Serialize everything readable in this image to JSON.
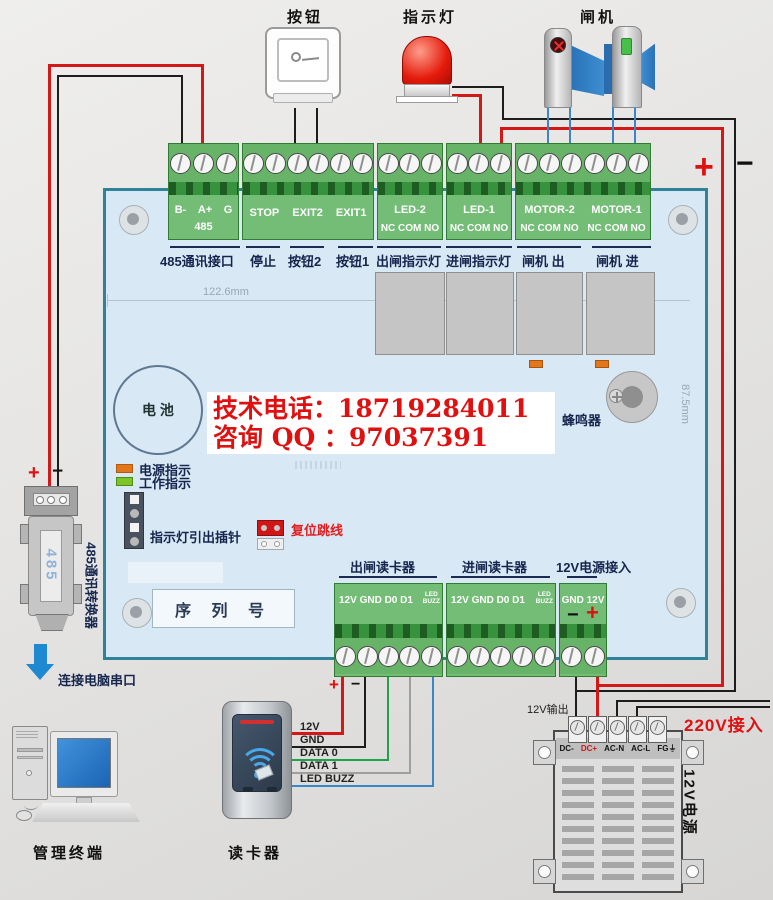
{
  "devices": {
    "button": "按钮",
    "light": "指示灯",
    "gate": "闸机",
    "reader": "读卡器",
    "terminal": "管理终端",
    "converter": "485通讯转换器",
    "converter_chip": "485",
    "serial_hint": "连接电脑串口"
  },
  "board": {
    "battery": "电 池",
    "buzzer": "蜂鸣器",
    "serial": "序 列 号",
    "width": "122.6mm",
    "height": "87.5mm",
    "power_led": "电源指示",
    "work_led": "工作指示",
    "pin_header": "指示灯引出插针",
    "reset_jumper": "复位跳线"
  },
  "contact": {
    "line1": "技术电话：18719284011",
    "line2": "咨询 QQ ：97037391"
  },
  "top_terms": {
    "b": "B-",
    "a": "A+",
    "g": "G",
    "t485": "485",
    "stop": "STOP",
    "exit2": "EXIT2",
    "exit1": "EXIT1",
    "led2": "LED-2",
    "led1": "LED-1",
    "motor2": "MOTOR-2",
    "motor1": "MOTOR-1",
    "nc": "NC COM NO"
  },
  "port_labels": {
    "p485": "485通讯接口",
    "stop": "停止",
    "btn2": "按钮2",
    "btn1": "按钮1",
    "out_light": "出闸指示灯",
    "in_light": "进闸指示灯",
    "gate_out": "闸机 出",
    "gate_in": "闸机 进",
    "out_reader": "出闸读卡器",
    "in_reader": "进闸读卡器",
    "power_in": "12V电源接入"
  },
  "bot_terms": {
    "pins": "12V GND D0 D1",
    "led": "LED",
    "buzz": "BUZZ",
    "gnd12v": "GND 12V"
  },
  "wires": {
    "v12": "12V",
    "gnd": "GND",
    "d0": "DATA 0",
    "d1": "DATA 1",
    "ledbuzz": "LED BUZZ"
  },
  "psu": {
    "out": "12V输出",
    "in220": "220V接入",
    "side": "12V电源",
    "dcm": "DC-",
    "dcp": "DC+",
    "acn": "AC-N",
    "acl": "AC-L",
    "fg": "FG⏚"
  },
  "sym": {
    "plus": "+",
    "minus": "−"
  }
}
